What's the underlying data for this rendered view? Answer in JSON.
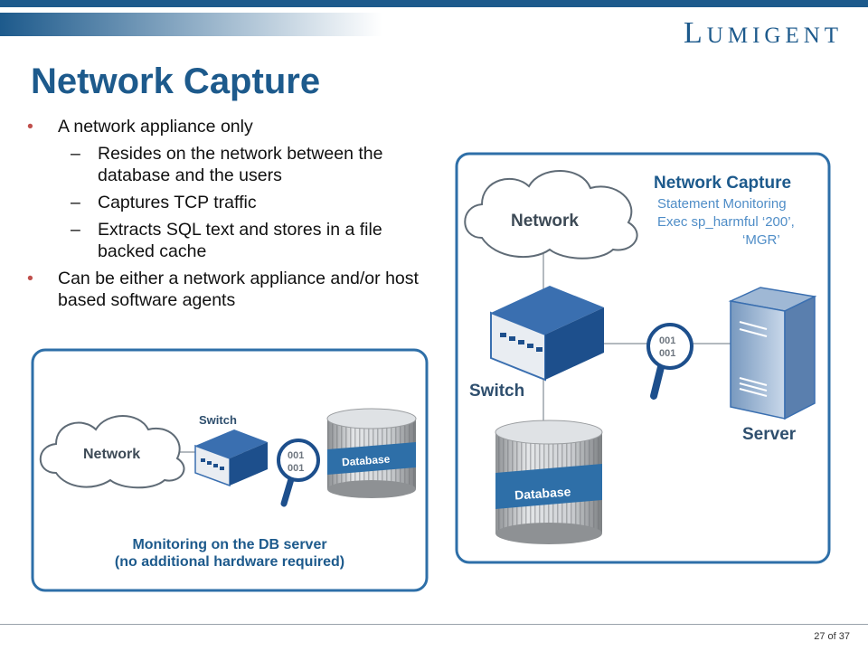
{
  "brand": {
    "logo_first": "L",
    "logo_rest": "UMIGENT",
    "colors": {
      "primary": "#1d5a8c",
      "panel_border": "#2e6fa8",
      "bullet": "#c0504d"
    }
  },
  "slide": {
    "title": "Network Capture",
    "bullets": [
      {
        "text": "A network appliance only",
        "sub": [
          "Resides on the network between the database and the users",
          "Captures TCP traffic",
          "Extracts SQL text and stores in a file backed cache"
        ]
      },
      {
        "text": "Can be either a network appliance and/or host based software agents",
        "sub": []
      }
    ],
    "page": "27 of 37"
  },
  "diagram_right": {
    "heading": "Network Capture",
    "lines": [
      "Statement Monitoring",
      "Exec sp_harmful ‘200’,",
      "‘MGR’"
    ],
    "network": "Network",
    "switch": "Switch",
    "server": "Server",
    "database": "Database",
    "magnifier_bits": [
      "001",
      "001"
    ]
  },
  "diagram_left": {
    "network": "Network",
    "switch": "Switch",
    "database": "Database",
    "magnifier_bits": [
      "001",
      "001"
    ],
    "caption_line1": "Monitoring on the DB server",
    "caption_line2": "(no additional hardware required)"
  }
}
